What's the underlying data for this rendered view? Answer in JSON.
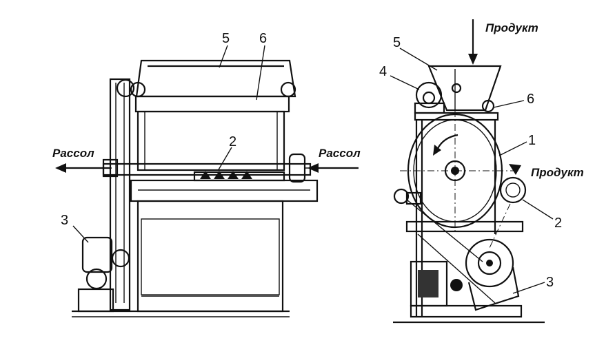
{
  "left_view": {
    "labels": {
      "n5": "5",
      "n6": "6",
      "n2": "2",
      "n3": "3"
    },
    "flow_out": "Рассол",
    "flow_in": "Рассол"
  },
  "right_view": {
    "labels": {
      "n5": "5",
      "n4": "4",
      "n6": "6",
      "n1": "1",
      "n2": "2",
      "n3": "3"
    },
    "input_top": "Продукт",
    "input_side": "Продукт"
  }
}
